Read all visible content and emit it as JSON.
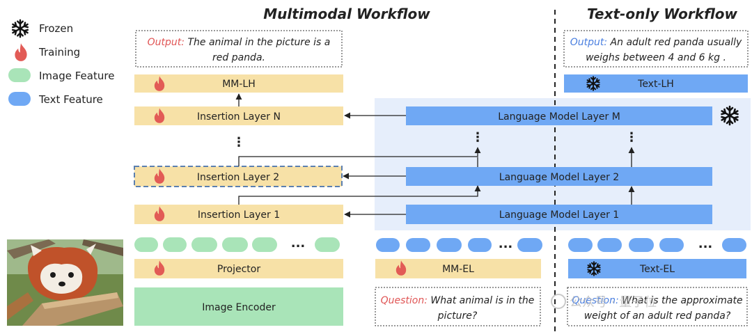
{
  "titles": {
    "multimodal": "Multimodal Workflow",
    "text_only": "Text-only Workflow"
  },
  "legend": {
    "frozen": "Frozen",
    "training": "Training",
    "image_feature": "Image Feature",
    "text_feature": "Text Feature"
  },
  "colors": {
    "trainable_box": "#f7e1a7",
    "frozen_box": "#6fa8f4",
    "image_feature": "#a9e4b8",
    "image_encoder": "#a9e4b8",
    "lm_background": "#e6eefb",
    "fire": "#e25b56",
    "question_output_label_red": "#e05555",
    "question_output_label_blue": "#4a7fe0"
  },
  "multimodal": {
    "output_label": "Output:",
    "output_line1": " The animal in the picture is a",
    "output_line2": "red panda.",
    "mm_lh": "MM-LH",
    "insertion_n": "Insertion Layer N",
    "insertion_2": "Insertion Layer 2",
    "insertion_1": "Insertion Layer 1",
    "projector": "Projector",
    "image_encoder": "Image Encoder",
    "ellipsis": "...",
    "vdots": "⋮"
  },
  "language_model": {
    "layer_m": "Language Model Layer M",
    "layer_2": "Language Model Layer 2",
    "layer_1": "Language Model Layer 1",
    "mm_el": "MM-EL",
    "question_label": "Question:",
    "question_line1": " What animal is in the",
    "question_line2": "picture?"
  },
  "text_only": {
    "output_label": "Output:",
    "output_line1": " An adult red panda usually",
    "output_line2": "weighs between 4 and 6 kg .",
    "text_lh": "Text-LH",
    "text_el": "Text-EL",
    "question_label": "Question:",
    "question_line1": " What is the approximate",
    "question_line2": "weight of an adult red panda?"
  },
  "watermark": "公众号 · 量子位"
}
